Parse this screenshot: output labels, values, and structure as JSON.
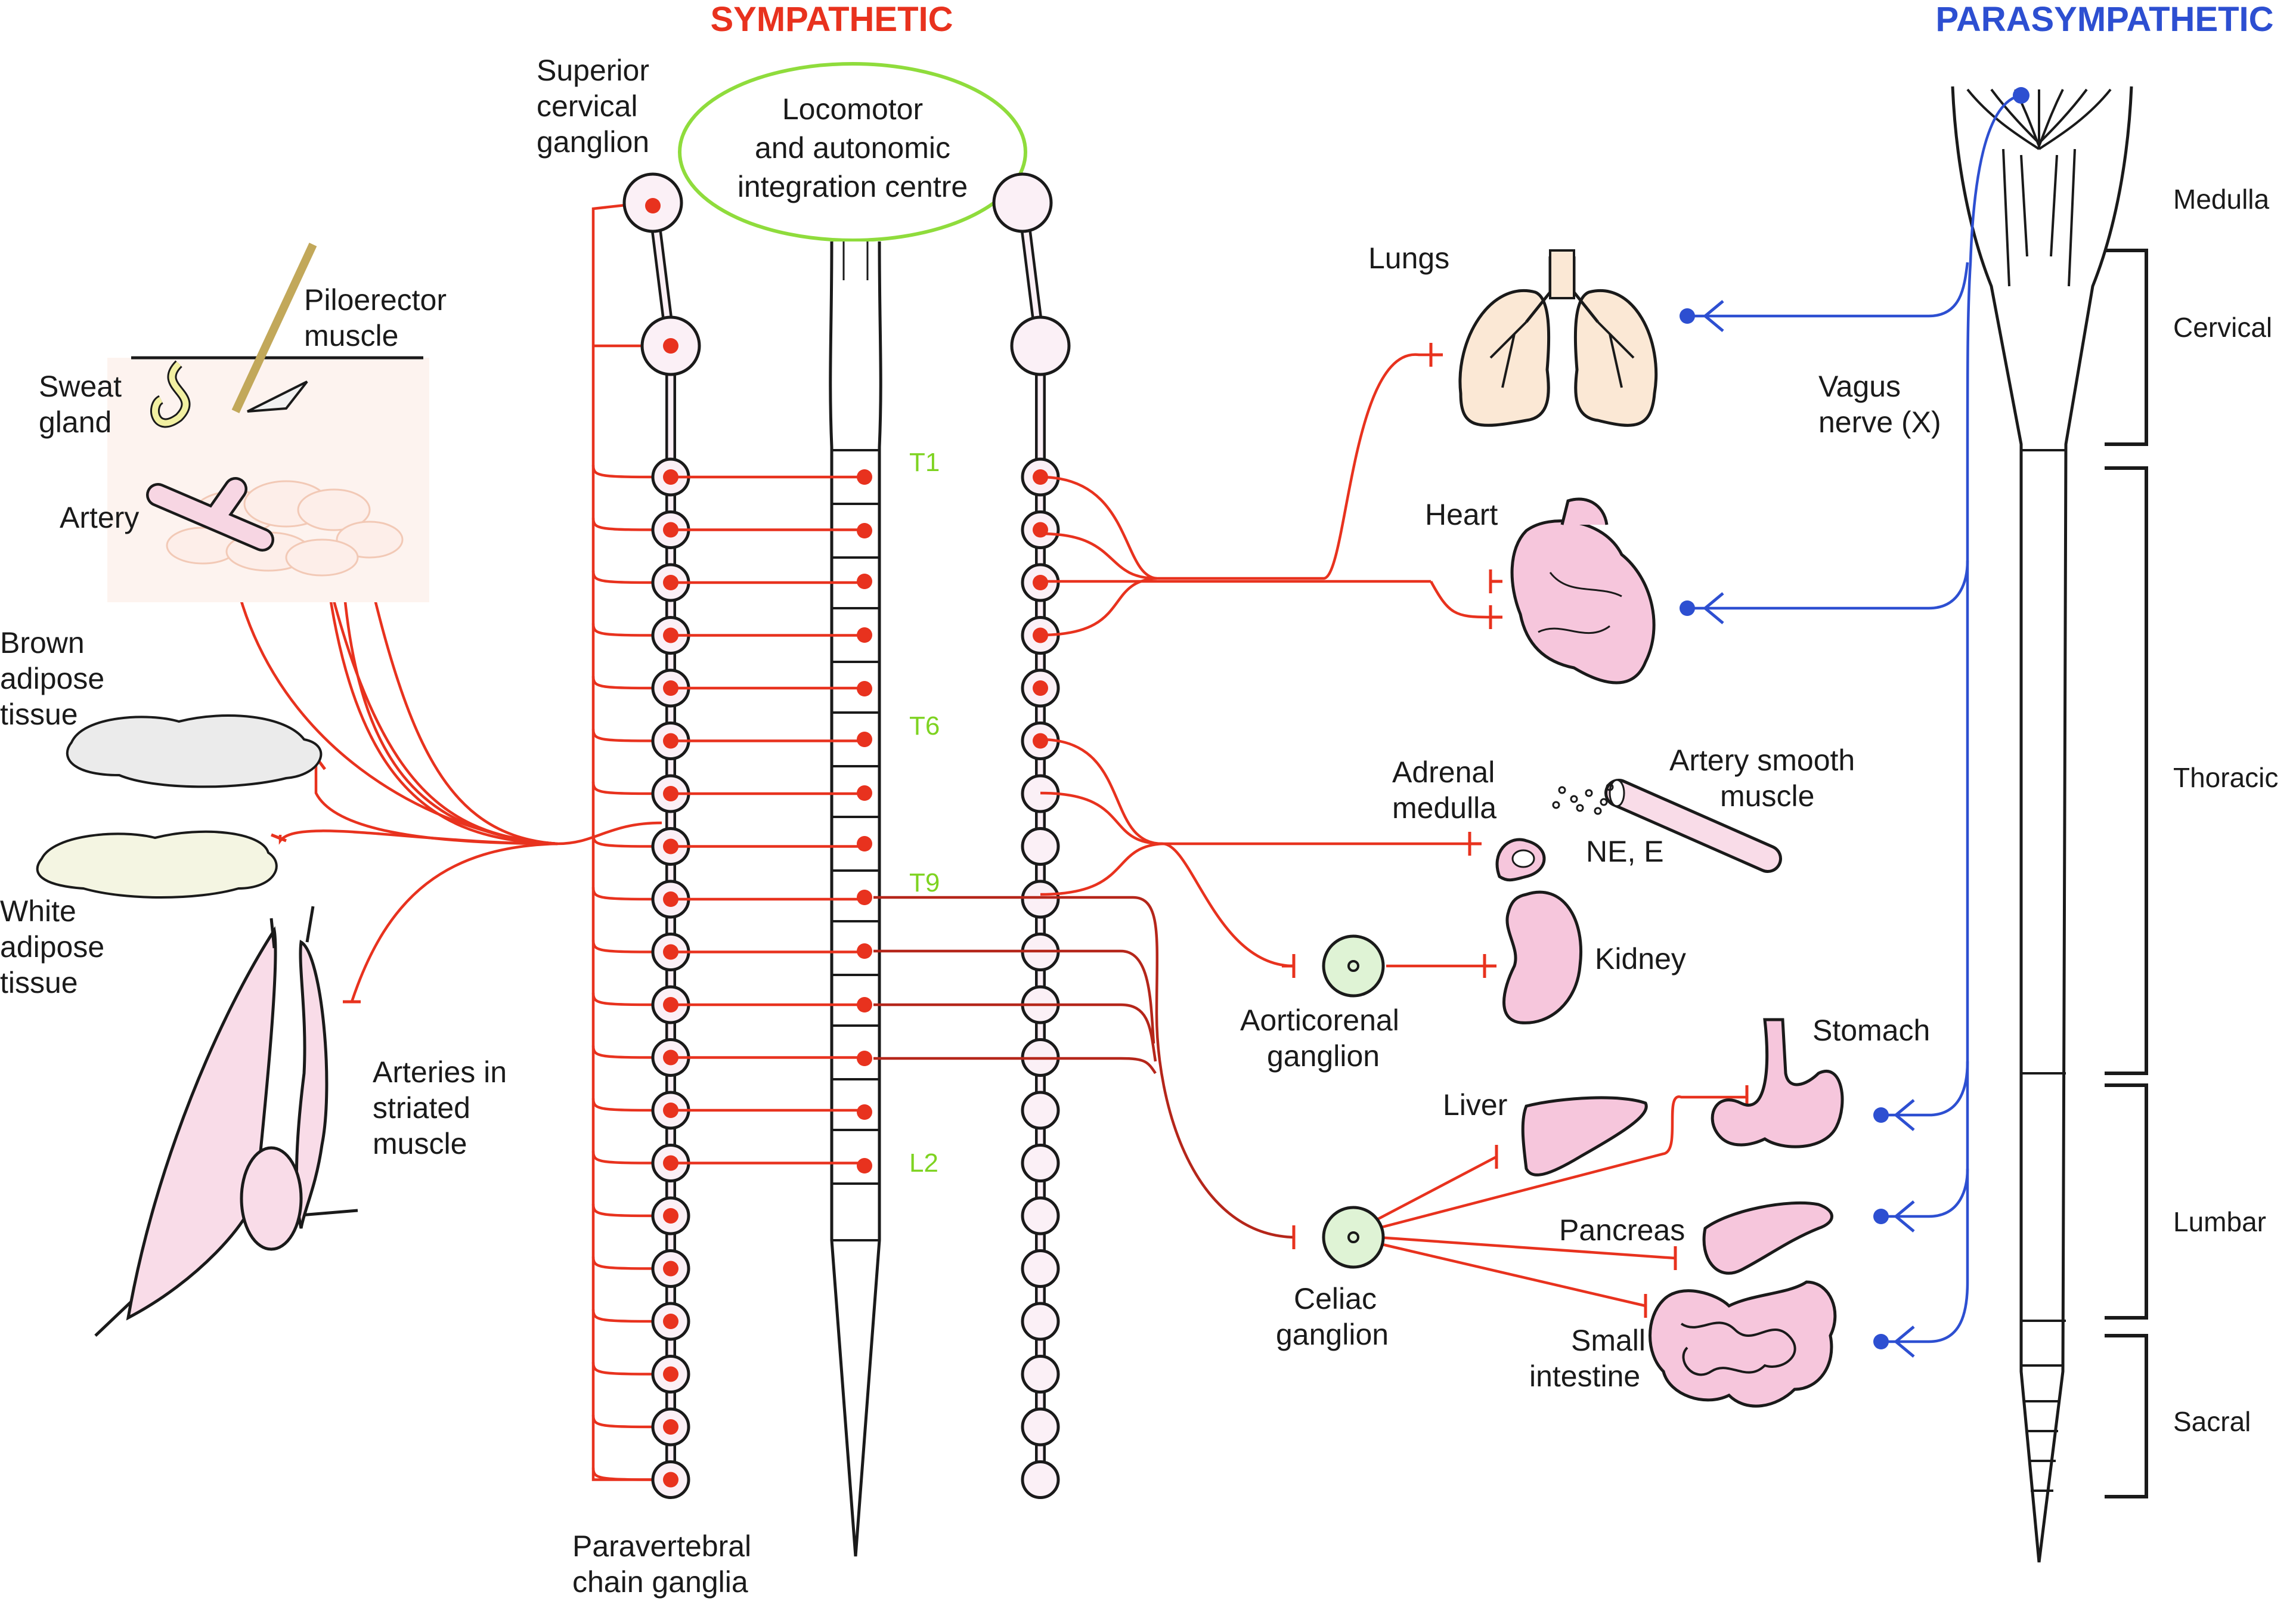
{
  "headings": {
    "sympathetic": "SYMPATHETIC",
    "parasympathetic": "PARASYMPATHETIC",
    "sympathetic_color": "#e8321e",
    "parasympathetic_color": "#2d4fd1"
  },
  "center": {
    "line1": "Locomotor",
    "line2": "and autonomic",
    "line3": "integration centre"
  },
  "ganglia_labels": {
    "superior_cervical": [
      "Superior",
      "cervical",
      "ganglion"
    ],
    "paravertebral": [
      "Paravertebral",
      "chain ganglia"
    ],
    "aorticorenal": [
      "Aorticorenal",
      "ganglion"
    ],
    "celiac": [
      "Celiac",
      "ganglion"
    ]
  },
  "levels": [
    "T1",
    "T6",
    "T9",
    "L2"
  ],
  "left_targets": {
    "piloerector": [
      "Piloerector",
      "muscle"
    ],
    "sweat_gland": [
      "Sweat",
      "gland"
    ],
    "artery": "Artery",
    "brown_adipose": [
      "Brown",
      "adipose",
      "tissue"
    ],
    "white_adipose": [
      "White",
      "adipose",
      "tissue"
    ],
    "arteries_striated": [
      "Arteries in",
      "striated",
      "muscle"
    ]
  },
  "organs": {
    "lungs": "Lungs",
    "heart": "Heart",
    "adrenal": [
      "Adrenal",
      "medulla"
    ],
    "artery_smooth": [
      "Artery smooth",
      "muscle"
    ],
    "ne_e": "NE, E",
    "kidney": "Kidney",
    "stomach": "Stomach",
    "liver": "Liver",
    "pancreas": "Pancreas",
    "small_intestine": [
      "Small",
      "intestine"
    ]
  },
  "vagus": [
    "Vagus",
    "nerve (X)"
  ],
  "segments": [
    "Medulla",
    "Cervical",
    "Thoracic",
    "Lumbar",
    "Sacral"
  ]
}
